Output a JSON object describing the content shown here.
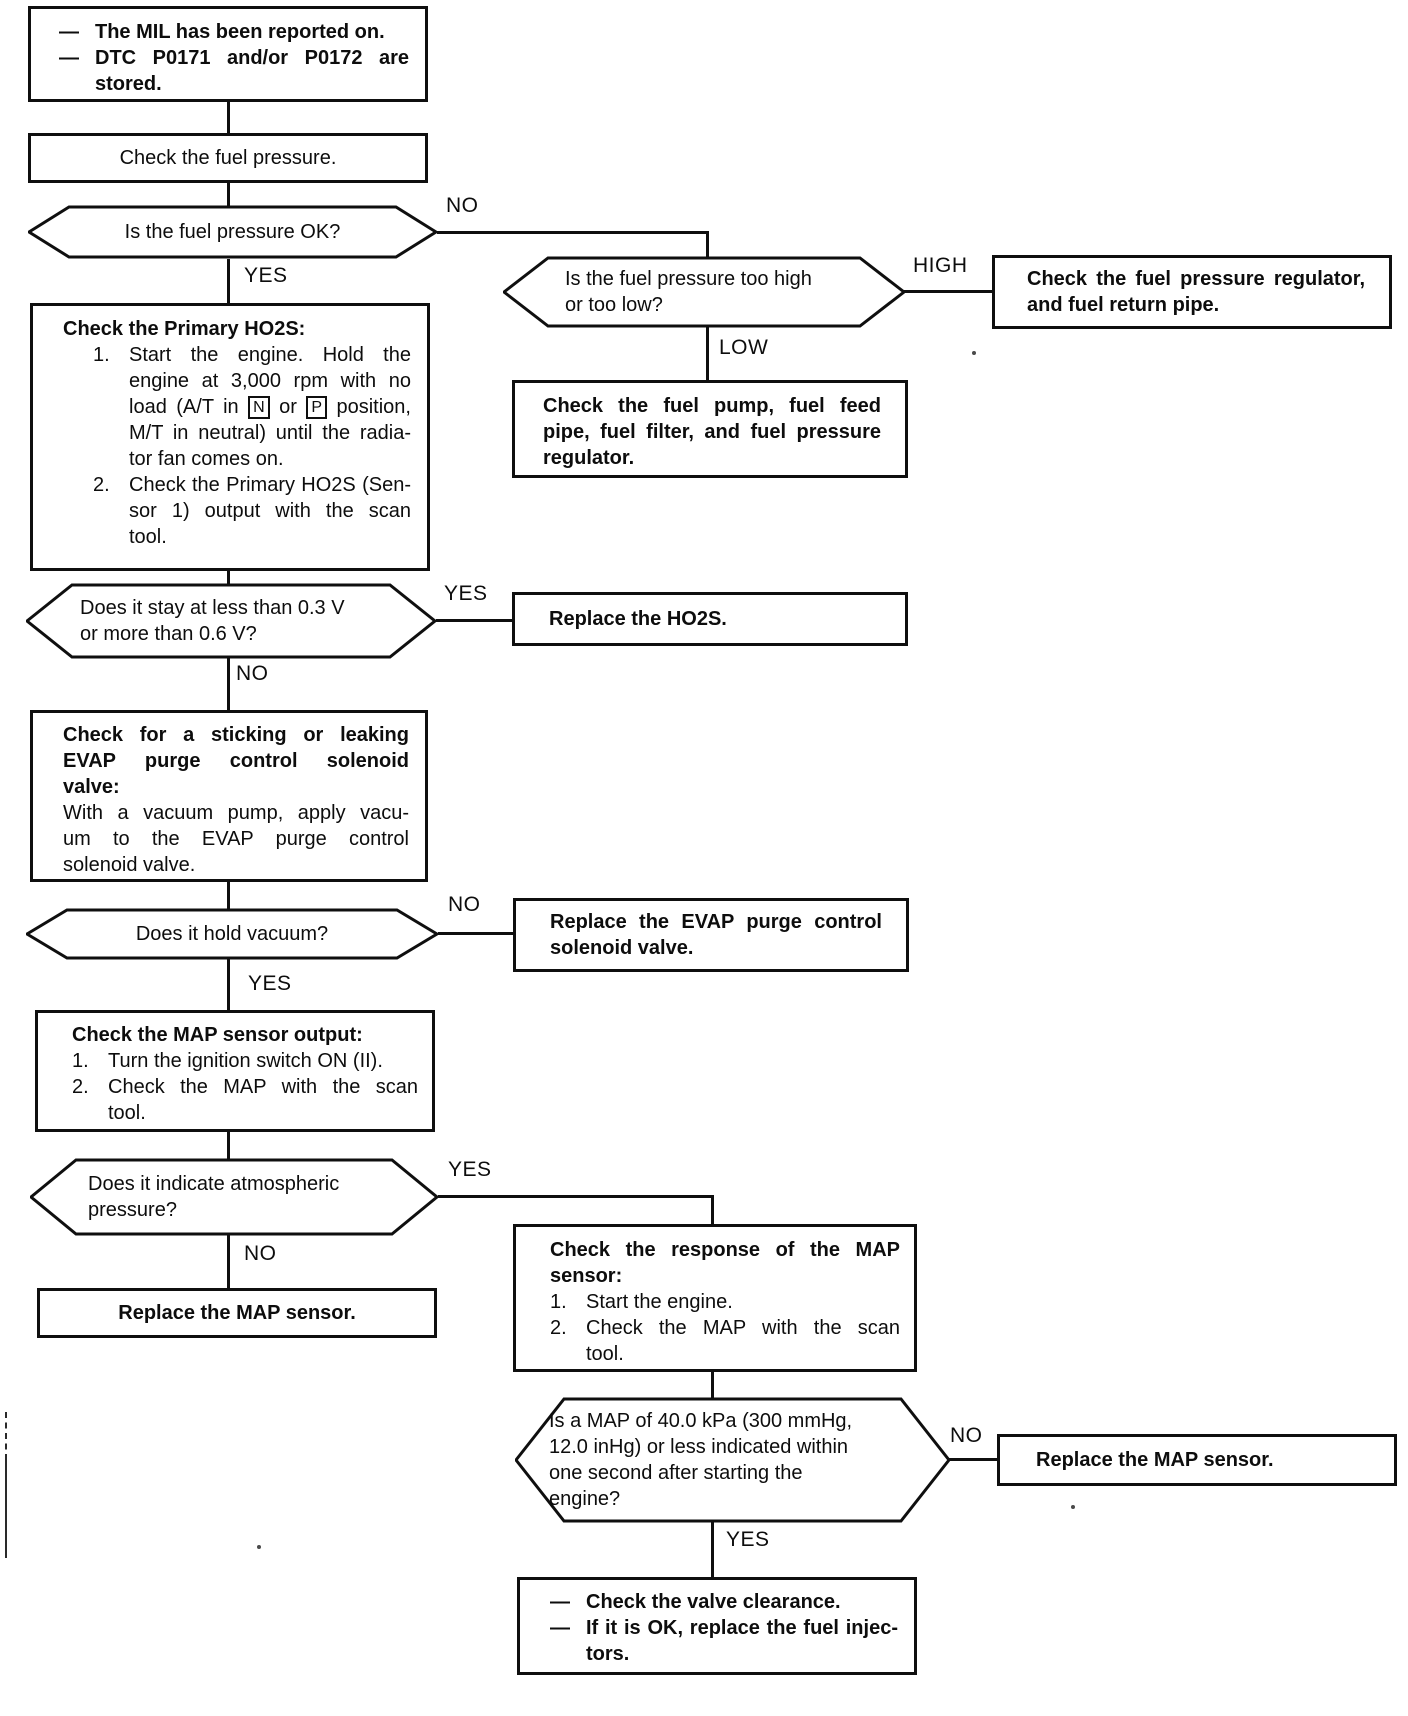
{
  "labels": {
    "yes": "YES",
    "no": "NO",
    "high": "HIGH",
    "low": "LOW"
  },
  "start": {
    "items": [
      {
        "dash": "—",
        "lines": [
          "The MIL has been reported on."
        ]
      },
      {
        "dash": "—",
        "lines": [
          "DTC P0171 and/or P0172 are",
          "stored."
        ]
      }
    ]
  },
  "check_fuel_pressure": {
    "text": "Check the fuel pressure."
  },
  "q_fuel_ok": {
    "lines": [
      "Is the fuel pressure OK?"
    ]
  },
  "q_high_low": {
    "lines": [
      "Is the fuel pressure too high",
      "or too low?"
    ]
  },
  "regulator": {
    "lines": [
      "Check the fuel pressure regulator,",
      "and fuel return pipe."
    ]
  },
  "fuel_pump": {
    "lines": [
      "Check the fuel pump, fuel feed",
      "pipe, fuel filter, and fuel pressure",
      "regulator."
    ]
  },
  "primary_ho2s": {
    "heading": "Check the Primary HO2S:",
    "item1_num": "1.",
    "item1": {
      "l1": "Start the engine. Hold the",
      "l2": "engine at 3,000 rpm with no",
      "l3a": "load (A/T in ",
      "l3n": "N",
      "l3b": " or ",
      "l3p": "P",
      "l3c": " position,",
      "l4": "M/T in neutral) until the radia-",
      "l5": "tor fan comes on."
    },
    "item2_num": "2.",
    "item2_lines": [
      "Check the Primary HO2S (Sen-",
      "sor 1) output with the scan",
      "tool."
    ]
  },
  "q_ho2s_range": {
    "lines": [
      "Does it stay at less than 0.3 V",
      "or more than 0.6 V?"
    ]
  },
  "replace_ho2s": {
    "text": "Replace the HO2S."
  },
  "evap_check": {
    "heading_lines": [
      "Check for a sticking or leaking",
      "EVAP purge control solenoid",
      "valve:"
    ],
    "body_lines": [
      "With a vacuum pump, apply vacu-",
      "um to the EVAP purge control",
      "solenoid valve."
    ]
  },
  "q_hold_vacuum": {
    "lines": [
      "Does it hold vacuum?"
    ]
  },
  "replace_evap": {
    "lines": [
      "Replace the EVAP purge control",
      "solenoid valve."
    ]
  },
  "map_output": {
    "heading_lines": [
      "Check the MAP sensor output:"
    ],
    "item1_num": "1.",
    "item1_lines": [
      "Turn the ignition switch ON (II)."
    ],
    "item2_num": "2.",
    "item2_lines": [
      "Check the MAP with the scan",
      "tool."
    ]
  },
  "q_atmospheric": {
    "lines": [
      "Does it indicate atmospheric",
      "pressure?"
    ]
  },
  "replace_map_1": {
    "text": "Replace the MAP sensor."
  },
  "map_response": {
    "heading_lines": [
      "Check the response of the MAP",
      "sensor:"
    ],
    "item1_num": "1.",
    "item1_lines": [
      "Start the engine."
    ],
    "item2_num": "2.",
    "item2_lines": [
      "Check the MAP with the scan",
      "tool."
    ]
  },
  "q_map_40": {
    "lines": [
      "Is a MAP of 40.0 kPa (300 mmHg,",
      "12.0 inHg) or less indicated within",
      "one second after starting the",
      "engine?"
    ]
  },
  "replace_map_2": {
    "text": "Replace the MAP sensor."
  },
  "final": {
    "items": [
      {
        "dash": "—",
        "lines": [
          "Check the valve clearance."
        ]
      },
      {
        "dash": "—",
        "lines": [
          "If it is OK, replace the fuel injec-",
          "tors."
        ]
      }
    ]
  }
}
